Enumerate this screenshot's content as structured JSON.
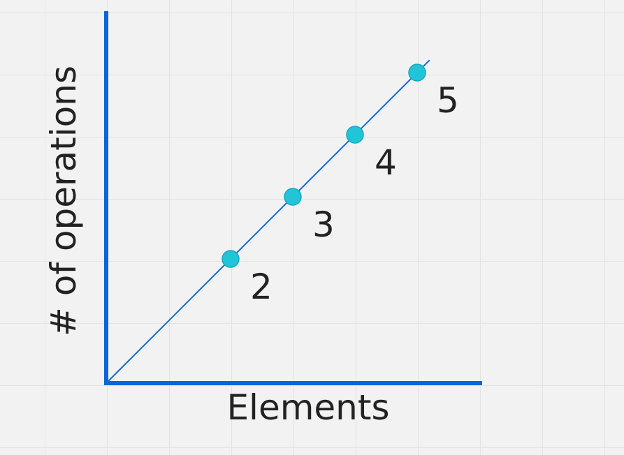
{
  "chart_data": {
    "type": "line",
    "title": "",
    "xlabel": "Elements",
    "ylabel": "# of operations",
    "xlim": [
      0,
      6
    ],
    "ylim": [
      0,
      6
    ],
    "grid": true,
    "legend": "none",
    "series": [
      {
        "points": [
          {
            "x": 2,
            "y": 2,
            "label": "2"
          },
          {
            "x": 3,
            "y": 3,
            "label": "3"
          },
          {
            "x": 4,
            "y": 4,
            "label": "4"
          },
          {
            "x": 5,
            "y": 5,
            "label": "5"
          }
        ],
        "trend_line": {
          "x_start": 0,
          "x_end": 5.2
        }
      }
    ],
    "colors": {
      "axis": "#0a66d6",
      "trend_line": "#1668d2",
      "point_fill": "#22c4d8",
      "text": "#222222",
      "background": "#f2f2f2",
      "grid": "#e3e3e3"
    }
  }
}
